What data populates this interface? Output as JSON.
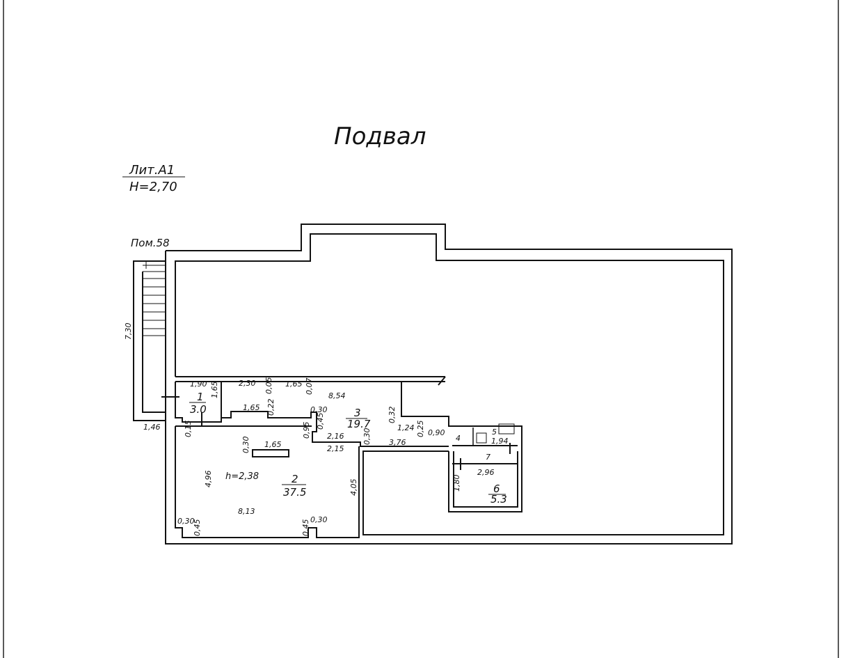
{
  "title": "Подвал",
  "lit": "Лит.А1",
  "height": "H=2,70",
  "neighbor": "Пом.58",
  "rooms": [
    {
      "num": "1",
      "area": "3.0"
    },
    {
      "num": "2",
      "area": "37.5"
    },
    {
      "num": "3",
      "area": "19.7"
    },
    {
      "num": "4"
    },
    {
      "num": "5"
    },
    {
      "num": "6",
      "area": "5.3"
    },
    {
      "num": "7"
    }
  ],
  "room2_height": "h=2,38",
  "dims": [
    "7,30",
    "1,46",
    "1,90",
    "1,65",
    "2,30",
    "0,05",
    "1,65",
    "0,07",
    "8,54",
    "1,65",
    "0,22",
    "0,30",
    "0,45",
    "0,15",
    "0,95",
    "2,16",
    "2,15",
    "0,30",
    "3,76",
    "0,32",
    "1,24",
    "0,25",
    "0,90",
    "1,94",
    "2,96",
    "1,80",
    "0,30",
    "1,65",
    "4,96",
    "4,05",
    "8,13",
    "0,30",
    "0,45",
    "0,45",
    "0,30"
  ]
}
